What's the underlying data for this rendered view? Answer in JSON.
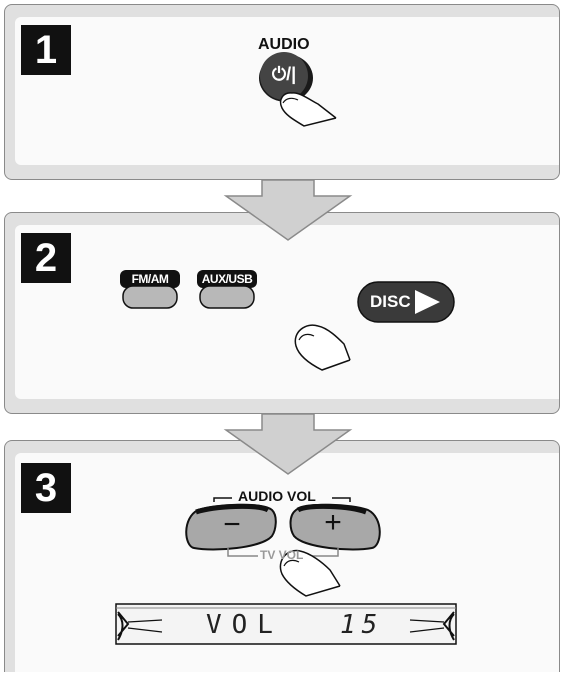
{
  "steps": [
    {
      "number": "1",
      "audio_label": "AUDIO",
      "power_symbol": "⏻/|"
    },
    {
      "number": "2",
      "buttons": [
        "FM/AM",
        "AUX/USB"
      ],
      "disc_label": "DISC"
    },
    {
      "number": "3",
      "audio_vol_label": "AUDIO VOL",
      "minus": "−",
      "plus": "+",
      "tv_vol_label": "TV VOL",
      "display": {
        "text": "VOL",
        "value": "15"
      }
    }
  ]
}
